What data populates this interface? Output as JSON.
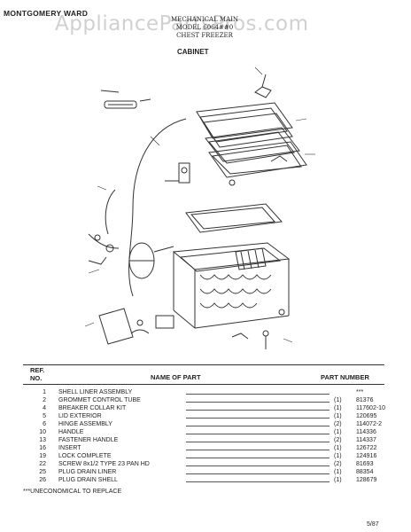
{
  "header": {
    "brand": "MONTGOMERY WARD",
    "watermark": "AppliancePartsPros.com",
    "model_lines": [
      "MECHANICAL MAIN",
      "MODEL 6064##0",
      "CHEST FREEZER"
    ],
    "section_title": "CABINET"
  },
  "table": {
    "headers": {
      "ref": "REF.\nNO.",
      "name": "NAME OF PART",
      "part_number": "PART NUMBER"
    },
    "rows": [
      {
        "ref": "1",
        "name": "SHELL LINER ASSEMBLY",
        "qty": "",
        "part": "***"
      },
      {
        "ref": "2",
        "name": "GROMMET CONTROL TUBE",
        "qty": "(1)",
        "part": "81376"
      },
      {
        "ref": "4",
        "name": "BREAKER COLLAR KIT",
        "qty": "(1)",
        "part": "117602-10"
      },
      {
        "ref": "5",
        "name": "LID EXTERIOR",
        "qty": "(1)",
        "part": "120695"
      },
      {
        "ref": "6",
        "name": "HINGE ASSEMBLY",
        "qty": "(2)",
        "part": "114072-2"
      },
      {
        "ref": "10",
        "name": "HANDLE",
        "qty": "(1)",
        "part": "114336"
      },
      {
        "ref": "13",
        "name": "FASTENER HANDLE",
        "qty": "(2)",
        "part": "114337"
      },
      {
        "ref": "16",
        "name": "INSERT",
        "qty": "(1)",
        "part": "126722"
      },
      {
        "ref": "19",
        "name": "LOCK COMPLETE",
        "qty": "(1)",
        "part": "124916"
      },
      {
        "ref": "22",
        "name": "SCREW 8x1/2 TYPE 23 PAN HD",
        "qty": "(2)",
        "part": "81693"
      },
      {
        "ref": "25",
        "name": "PLUG DRAIN LINER",
        "qty": "(1)",
        "part": "88354"
      },
      {
        "ref": "26",
        "name": "PLUG DRAIN SHELL",
        "qty": "(1)",
        "part": "128679"
      }
    ]
  },
  "footnote": "***UNECONOMICAL TO REPLACE",
  "page_number": "5/87"
}
